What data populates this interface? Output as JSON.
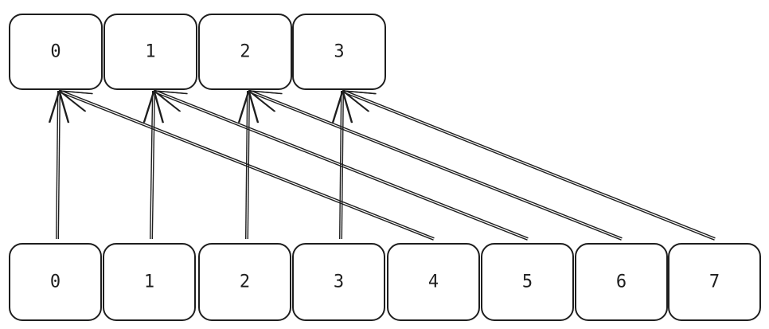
{
  "top_cells": [
    "0",
    "1",
    "2",
    "3"
  ],
  "bottom_cells": [
    "0",
    "1",
    "2",
    "3",
    "4",
    "5",
    "6",
    "7"
  ],
  "arrows": [
    {
      "from": 0,
      "to": 0
    },
    {
      "from": 1,
      "to": 1
    },
    {
      "from": 2,
      "to": 2
    },
    {
      "from": 3,
      "to": 3
    },
    {
      "from": 4,
      "to": 0
    },
    {
      "from": 5,
      "to": 1
    },
    {
      "from": 6,
      "to": 2
    },
    {
      "from": 7,
      "to": 3
    }
  ]
}
